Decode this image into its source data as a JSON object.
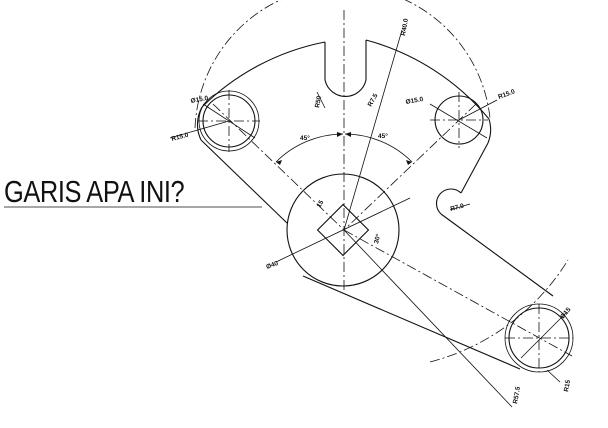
{
  "question": "GARIS APA INI?",
  "angles": {
    "left": "45°",
    "right": "45°"
  },
  "dimensions": {
    "top_center": "R40.0",
    "slot_width": "R7.5",
    "slot_vertical": "R50",
    "left_hole": "Ø15.0",
    "left_outer": "R15.0",
    "right_hole": "Ø15.0",
    "right_outer": "R15.0",
    "notch": "R7.0",
    "square": "15",
    "main_diameter": "Ø40",
    "small_angle": "30°",
    "bottom_hole": "Ø15",
    "bottom_outer": "R15",
    "bottom_line": "R57.5"
  },
  "colors": {
    "line": "#111111",
    "background": "#ffffff"
  }
}
